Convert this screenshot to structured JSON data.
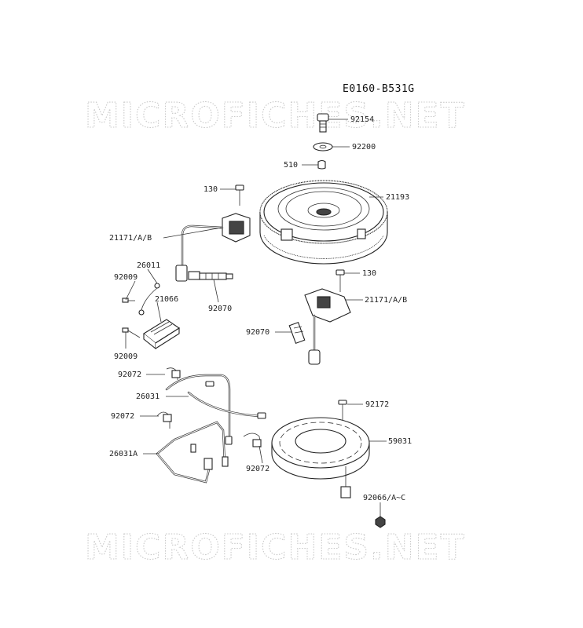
{
  "diagram_code": "E0160-B531G",
  "watermark": "MICROFICHES.NET",
  "parts": {
    "bolt_top": "92154",
    "washer": "92200",
    "key": "510",
    "flywheel": "21193",
    "bolt_coil_a": "130",
    "coil_a": "21171/A/B",
    "lead_wire": "26011",
    "screw_upper": "92009",
    "regulator": "21066",
    "screw_lower": "92009",
    "plug_cap_a": "92070",
    "bolt_coil_b": "130",
    "coil_b": "21171/A/B",
    "plug_cap_b": "92070",
    "clamp_upper": "92072",
    "harness": "26031",
    "clamp_middle": "92072",
    "harness_b": "26031A",
    "clamp_right": "92072",
    "bolt_stator": "92172",
    "stator": "59031",
    "nut": "92066/A~C"
  },
  "colors": {
    "line": "#333333",
    "watermark": "#c9c9c9"
  }
}
